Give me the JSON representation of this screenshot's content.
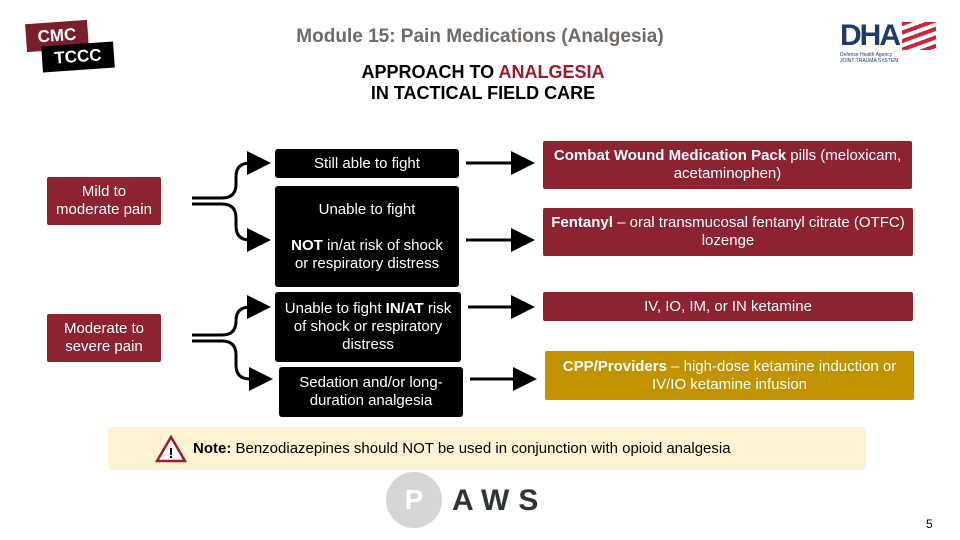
{
  "logo_left": {
    "line1": "CMC",
    "line2": "TCCC"
  },
  "logo_right": {
    "mark": "DHA",
    "line1": "Defense Health Agency",
    "line2": "JOINT TRAUMA SYSTEM"
  },
  "header": {
    "module": "Module 15: Pain Medications (Analgesia)",
    "title_a": "APPROACH TO ",
    "title_b": "ANALGESIA",
    "title_c": "IN TACTICAL FIELD CARE"
  },
  "left": {
    "mild": "Mild to moderate pain",
    "severe": "Moderate to severe pain"
  },
  "middle": {
    "still": "Still able to fight",
    "unable_a": "Unable to fight",
    "unable_b": "NOT",
    "unable_c": " in/at risk of shock or respiratory distress",
    "risk_a": "Unable to fight ",
    "risk_b": "IN/AT",
    "risk_c": " risk of shock or respiratory distress",
    "sedation": "Sedation and/or long-duration analgesia"
  },
  "right": {
    "cwmp_a": "Combat Wound Medication Pack",
    "cwmp_b": " pills (meloxicam, acetaminophen)",
    "fent_a": "Fentanyl",
    "fent_b": " – oral transmucosal fentanyl citrate (OTFC) lozenge",
    "ket": "IV, IO, IM, or IN ketamine",
    "cpp_a": "CPP/Providers",
    "cpp_b": " – high-dose ketamine induction or IV/IO ketamine infusion"
  },
  "note": {
    "label": "Note:",
    "text": " Benzodiazepines should NOT be used in conjunction with opioid analgesia"
  },
  "paws": {
    "p": "P",
    "rest": "AWS"
  },
  "page_number": "5",
  "colors": {
    "maroon": "#8d2331",
    "gold": "#c29300",
    "note_bg": "#fdf3d2"
  }
}
